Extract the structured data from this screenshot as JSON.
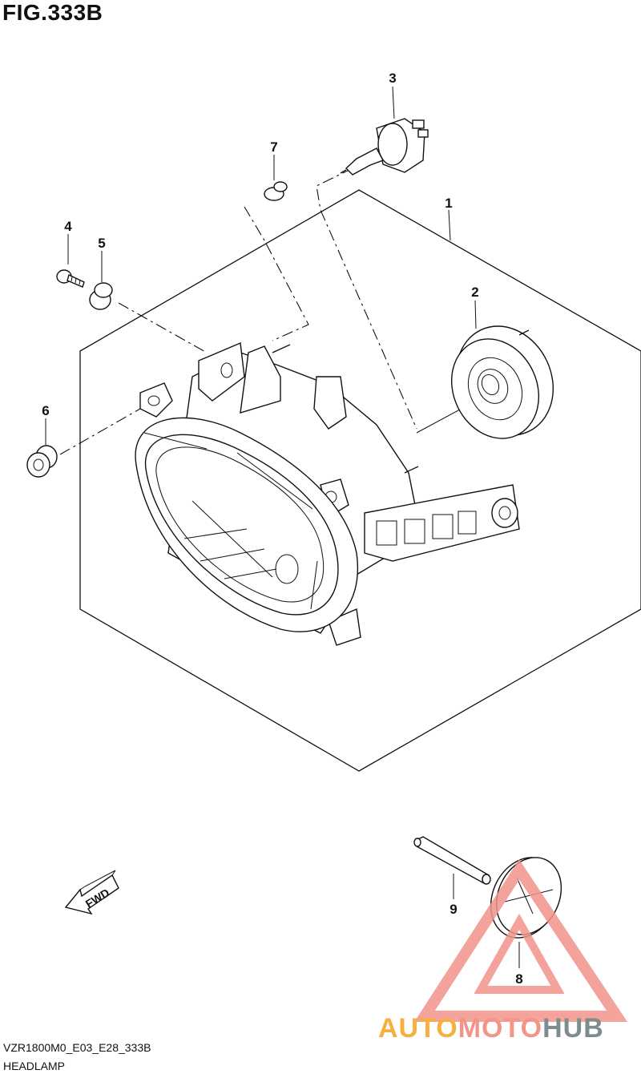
{
  "figure": {
    "title": "FIG.333B"
  },
  "footer": {
    "code": "VZR1800M0_E03_E28_333B",
    "name": "HEADLAMP"
  },
  "callouts": {
    "c1": "1",
    "c2": "2",
    "c3": "3",
    "c4": "4",
    "c5": "5",
    "c6": "6",
    "c7": "7",
    "c8": "8",
    "c9": "9"
  },
  "direction_arrow": {
    "label": "FWD"
  },
  "watermark": {
    "part_a": "AUTO",
    "part_b": "MOTO",
    "part_c": "HUB",
    "color_a": "#f5b041",
    "color_b": "#f1948a",
    "color_c": "#7f8c8d",
    "triangle_color": "#f1948a"
  }
}
